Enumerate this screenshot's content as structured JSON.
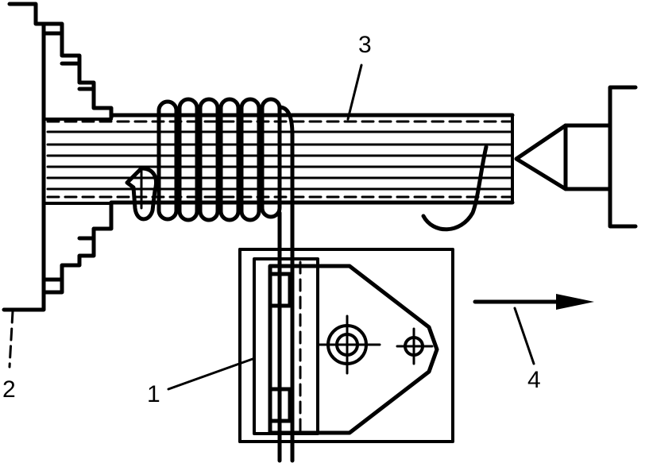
{
  "labels": {
    "part1": "1",
    "part2": "2",
    "part3": "3",
    "part4": "4"
  },
  "colors": {
    "ink": "#000000",
    "background": "#ffffff"
  }
}
